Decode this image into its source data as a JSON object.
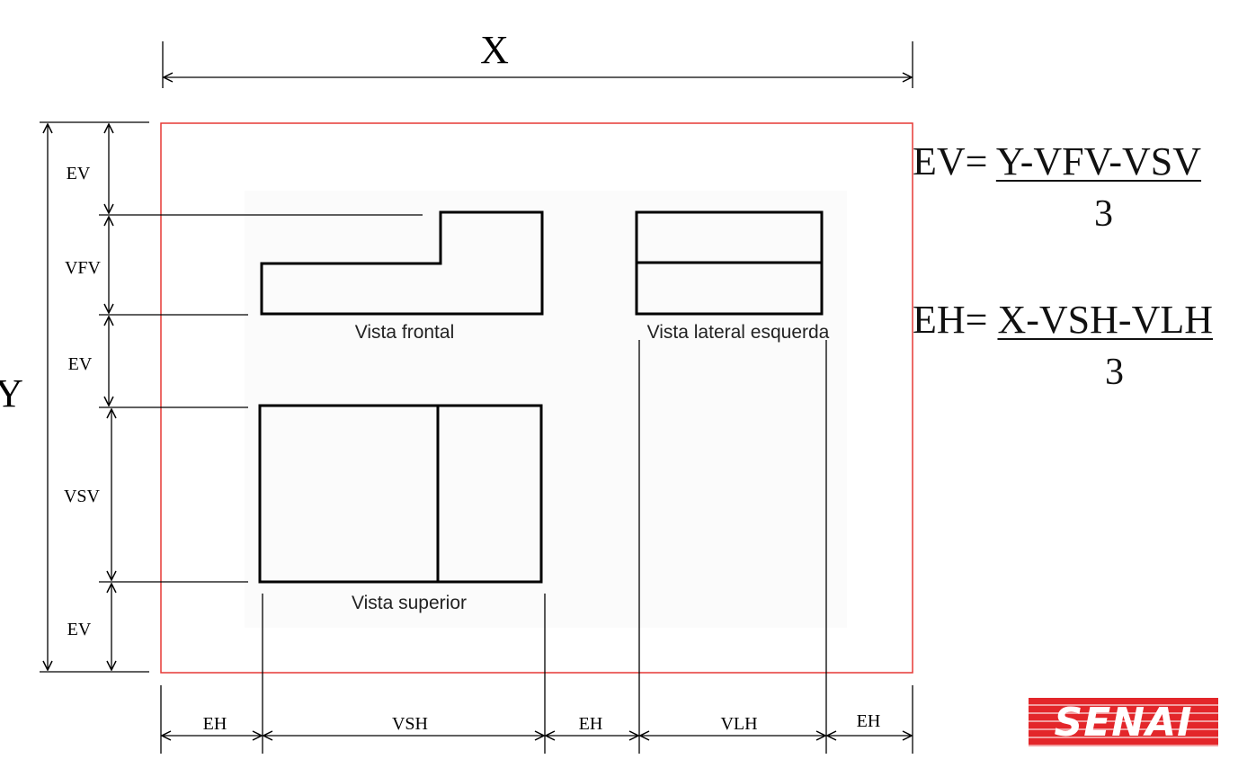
{
  "dimensions": {
    "x": "X",
    "y": "Y",
    "vertical": [
      "EV",
      "VFV",
      "EV",
      "VSV",
      "EV"
    ],
    "horizontal": [
      "EH",
      "VSH",
      "EH",
      "VLH",
      "EH"
    ]
  },
  "views": {
    "front": "Vista frontal",
    "left": "Vista lateral esquerda",
    "top": "Vista superior"
  },
  "formulas": {
    "ev_prefix": "EV=",
    "ev_numerator": "Y-VFV-VSV",
    "ev_denominator": "3",
    "eh_prefix": "EH=",
    "eh_numerator": "X-VSH-VLH",
    "eh_denominator": "3"
  },
  "logo": "SENAI",
  "colors": {
    "sheet_border": "#e53935",
    "logo_red": "#e3262a"
  }
}
